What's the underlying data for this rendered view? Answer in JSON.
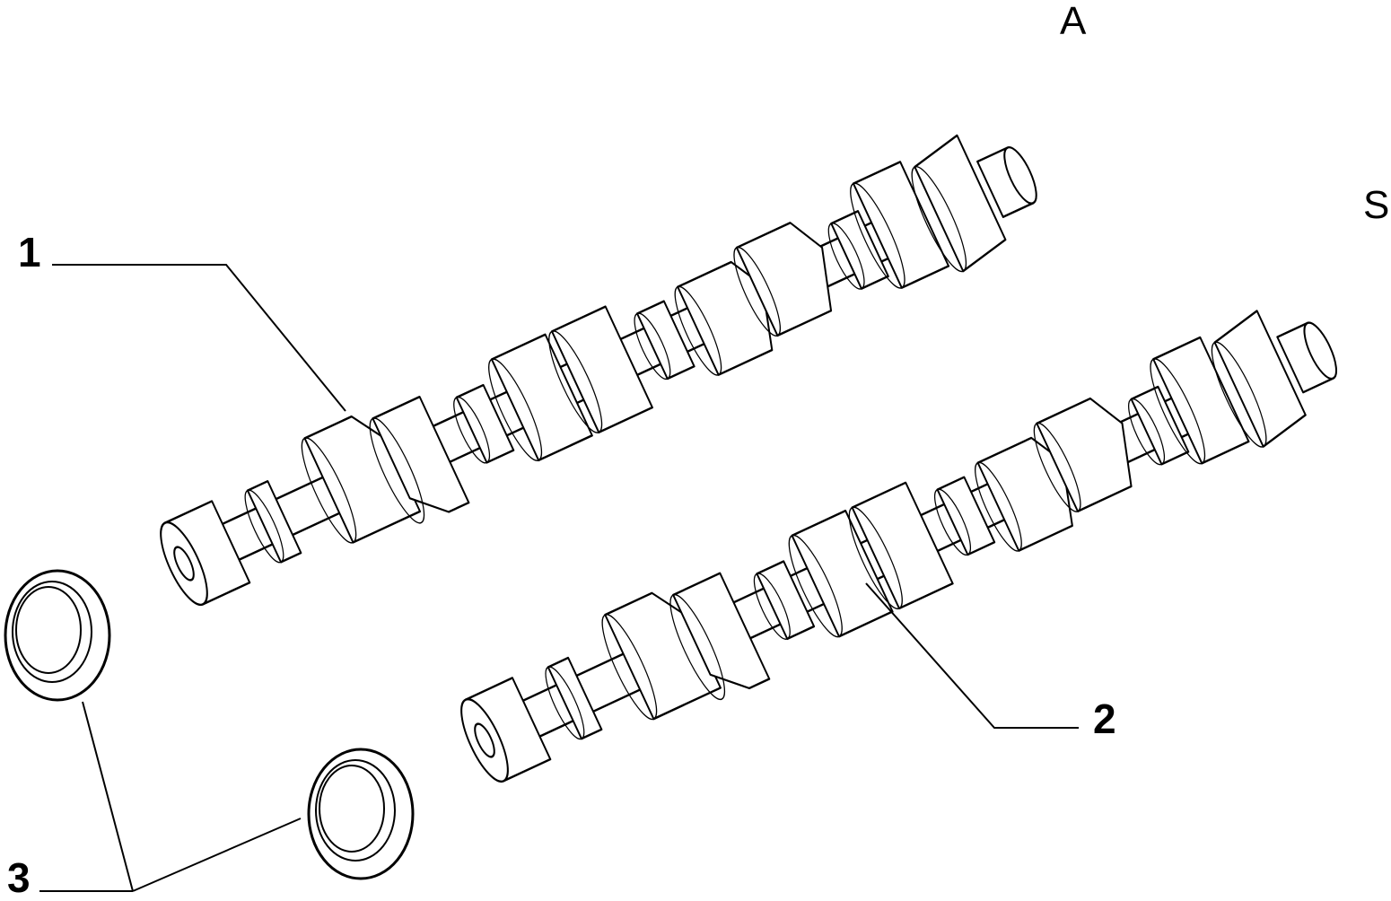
{
  "labels": {
    "side_a": "A",
    "side_s": "S",
    "callout_1": "1",
    "callout_2": "2",
    "callout_3": "3"
  },
  "parts": [
    {
      "id": "1",
      "kind": "camshaft",
      "side": "A"
    },
    {
      "id": "2",
      "kind": "camshaft",
      "side": "S"
    },
    {
      "id": "3",
      "kind": "oil-seal",
      "count": 2
    }
  ],
  "colors": {
    "line": "#000000",
    "background": "#ffffff"
  }
}
